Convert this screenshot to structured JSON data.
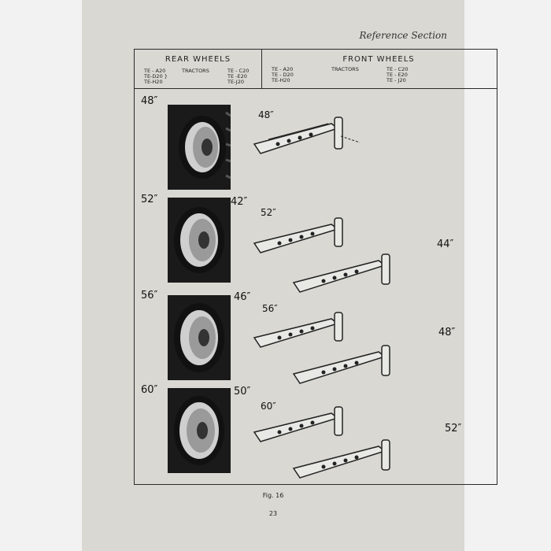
{
  "header": {
    "section_title": "Reference Section"
  },
  "table": {
    "rear": {
      "title": "REAR WHEELS",
      "tractors_label": "TRACTORS",
      "models_left": [
        "TE - A20",
        "TE-D20 }",
        "TE-H20"
      ],
      "models_right": [
        "TE - C20",
        "TE -E20",
        "TE-J20"
      ]
    },
    "front": {
      "title": "FRONT WHEELS",
      "tractors_label": "TRACTORS",
      "models_left": [
        "TE - A20",
        "TE - D20",
        "TE-H20"
      ],
      "models_right": [
        "TE - C20",
        "TE - E20",
        "TE - J20"
      ]
    }
  },
  "rows": [
    {
      "rear_size": "48″",
      "front_sizes": [
        "48″"
      ]
    },
    {
      "rear_size": "52″",
      "front_sizes": [
        "42″",
        "52″",
        "44″"
      ]
    },
    {
      "rear_size": "56″",
      "front_sizes": [
        "46″",
        "56″",
        "48″"
      ]
    },
    {
      "rear_size": "60″",
      "front_sizes": [
        "50″",
        "60″",
        "52″"
      ]
    }
  ],
  "caption": "Fig. 16",
  "page_number": "23"
}
